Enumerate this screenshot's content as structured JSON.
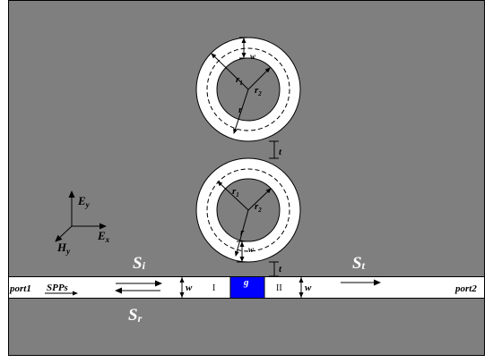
{
  "labels": {
    "w": "w",
    "t": "t",
    "r": "r",
    "r_sym": "r",
    "sub_1": "1",
    "sub_2": "2",
    "E": "E",
    "H": "H",
    "sub_y": "y",
    "sub_x": "x",
    "S": "S",
    "sub_i": "i",
    "sub_t": "t",
    "sub_r": "r",
    "port1": "port1",
    "port2": "port2",
    "spps": "SPPs",
    "region_1": "I",
    "region_2": "II",
    "gap": "g"
  },
  "colors": {
    "metal": "#7f7f7f",
    "dielectric": "#ffffff",
    "gap_fill": "#0000ff"
  }
}
